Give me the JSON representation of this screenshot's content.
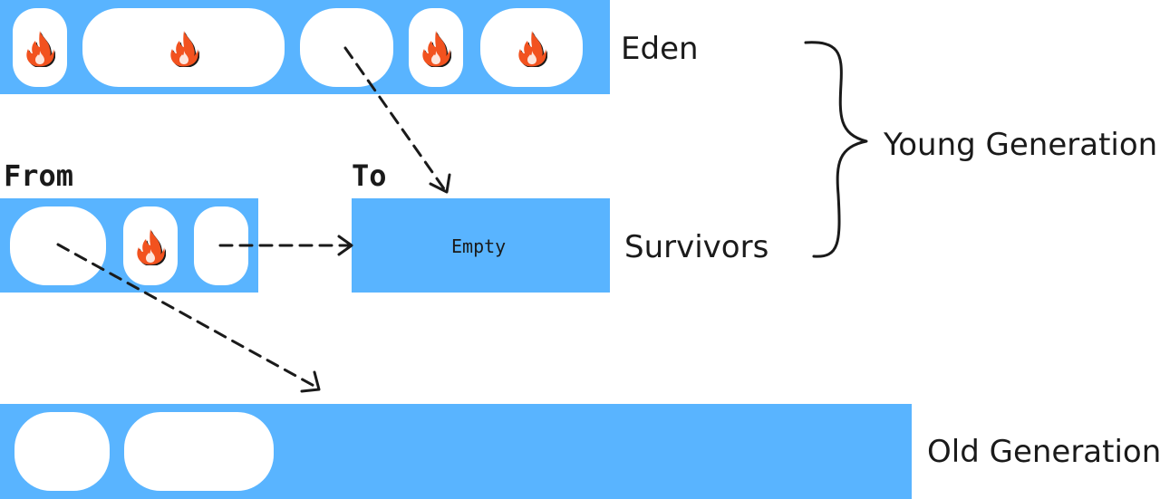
{
  "labels": {
    "eden": "Eden",
    "young_generation": "Young Generation",
    "from": "From",
    "to": "To",
    "survivors": "Survivors",
    "empty": "Empty",
    "old_generation": "Old Generation"
  },
  "colors": {
    "region_fill": "#59b4ff",
    "object_fill": "#ffffff",
    "flame_outer": "#f2521f",
    "flame_inner": "#ffffff",
    "arrow_stroke": "#1a1a1a",
    "brace_stroke": "#1a1a1a"
  },
  "icons": {
    "flame": "fire-icon"
  }
}
